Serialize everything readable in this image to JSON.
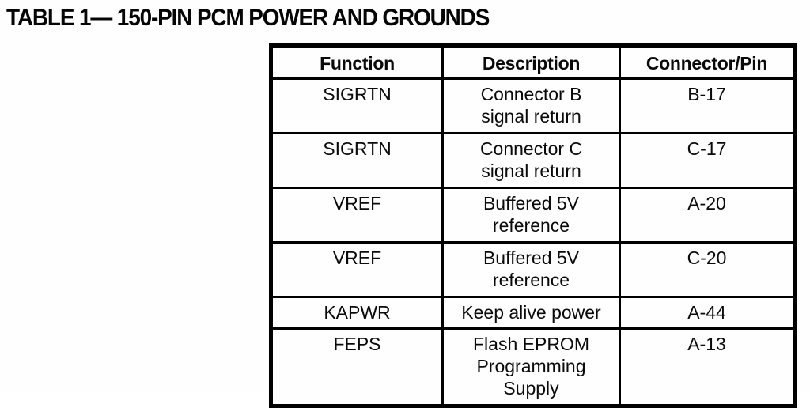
{
  "document": {
    "title": "TABLE 1— 150-PIN PCM POWER AND GROUNDS"
  },
  "table": {
    "headers": [
      "Function",
      "Description",
      "Connector/Pin"
    ],
    "rows": [
      {
        "function": "SIGRTN",
        "description": "Connector B\nsignal return",
        "connector_pin": "B-17"
      },
      {
        "function": "SIGRTN",
        "description": "Connector C\nsignal return",
        "connector_pin": "C-17"
      },
      {
        "function": "VREF",
        "description": "Buffered 5V\nreference",
        "connector_pin": "A-20"
      },
      {
        "function": "VREF",
        "description": "Buffered 5V\nreference",
        "connector_pin": "C-20"
      },
      {
        "function": "KAPWR",
        "description": "Keep alive power",
        "connector_pin": "A-44"
      },
      {
        "function": "FEPS",
        "description": "Flash EPROM\nProgramming\nSupply",
        "connector_pin": "A-13"
      }
    ]
  },
  "colors": {
    "ink": "#000000",
    "paper": "#fefefe"
  }
}
